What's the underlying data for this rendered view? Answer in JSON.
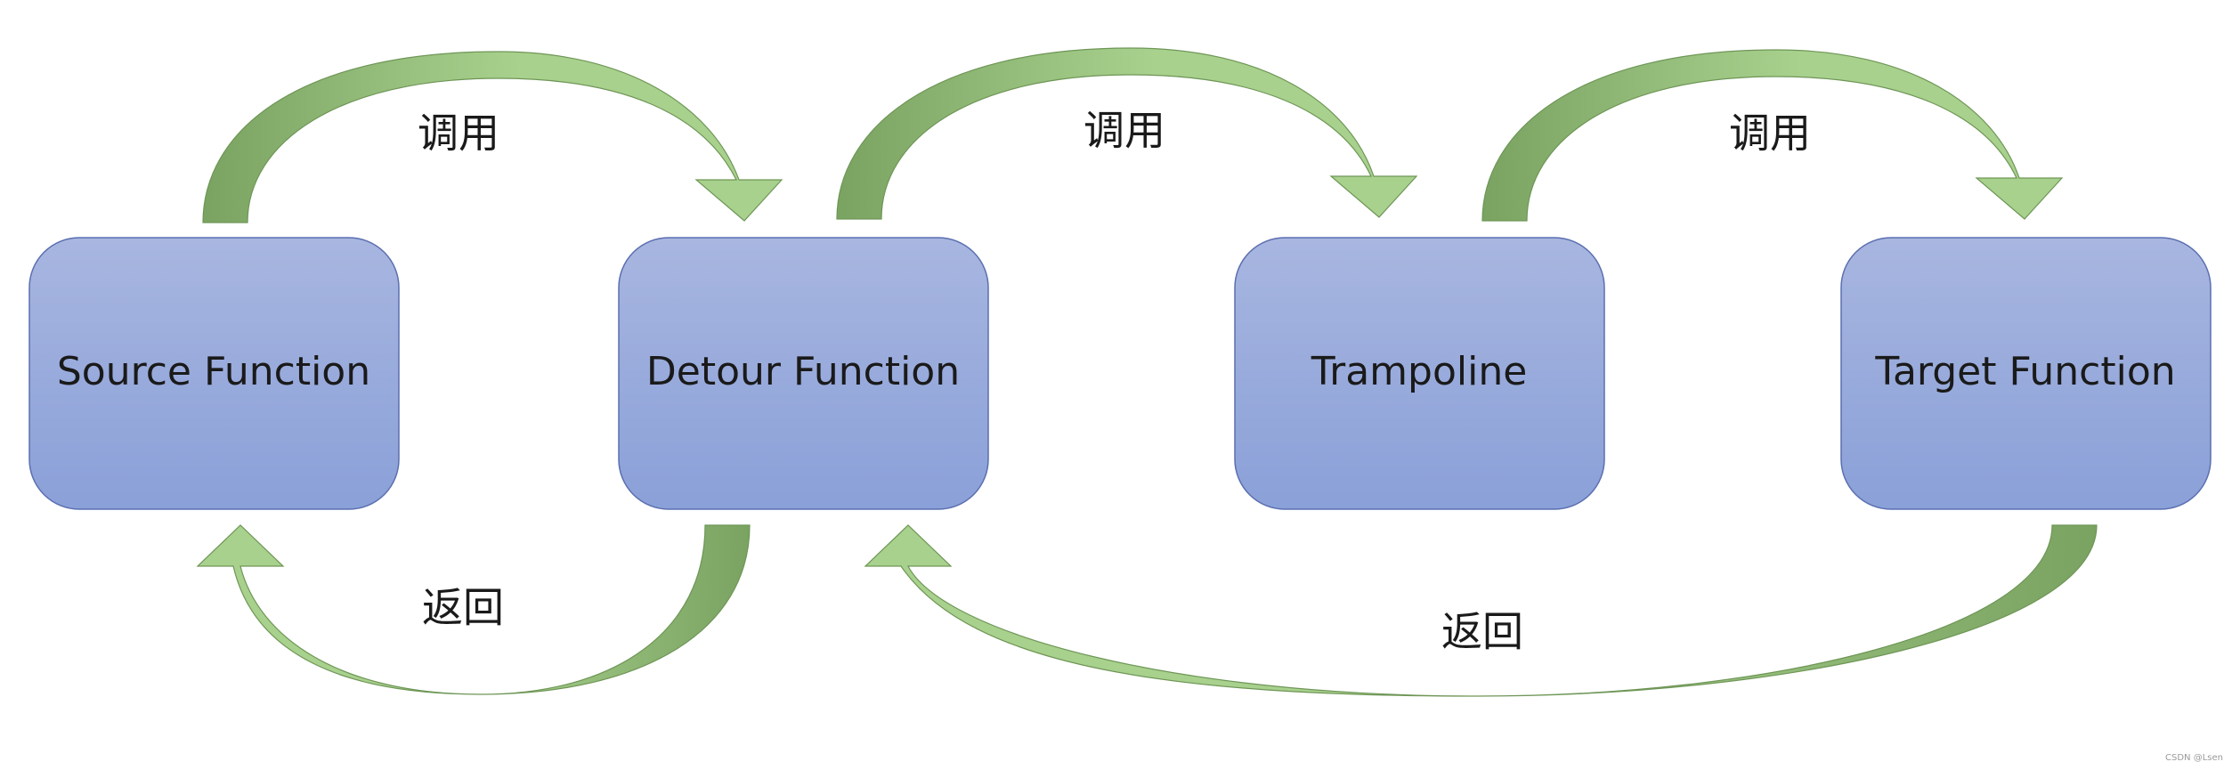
{
  "nodes": [
    {
      "id": "source",
      "label": "Source Function"
    },
    {
      "id": "detour",
      "label": "Detour Function"
    },
    {
      "id": "trampoline",
      "label": "Trampoline"
    },
    {
      "id": "target",
      "label": "Target Function"
    }
  ],
  "edges": [
    {
      "from": "source",
      "to": "detour",
      "label": "调用"
    },
    {
      "from": "detour",
      "to": "trampoline",
      "label": "调用"
    },
    {
      "from": "trampoline",
      "to": "target",
      "label": "调用"
    },
    {
      "from": "detour",
      "to": "source",
      "label": "返回"
    },
    {
      "from": "target",
      "to": "detour",
      "label": "返回"
    }
  ],
  "colors": {
    "node_top": "#a8b6e0",
    "node_bottom": "#8aa0d8",
    "node_border": "#5b6fb0",
    "arrow_light": "#a9d18e",
    "arrow_dark": "#7aa362",
    "arrow_border": "#6e9656"
  },
  "watermark": "CSDN @Lsen"
}
